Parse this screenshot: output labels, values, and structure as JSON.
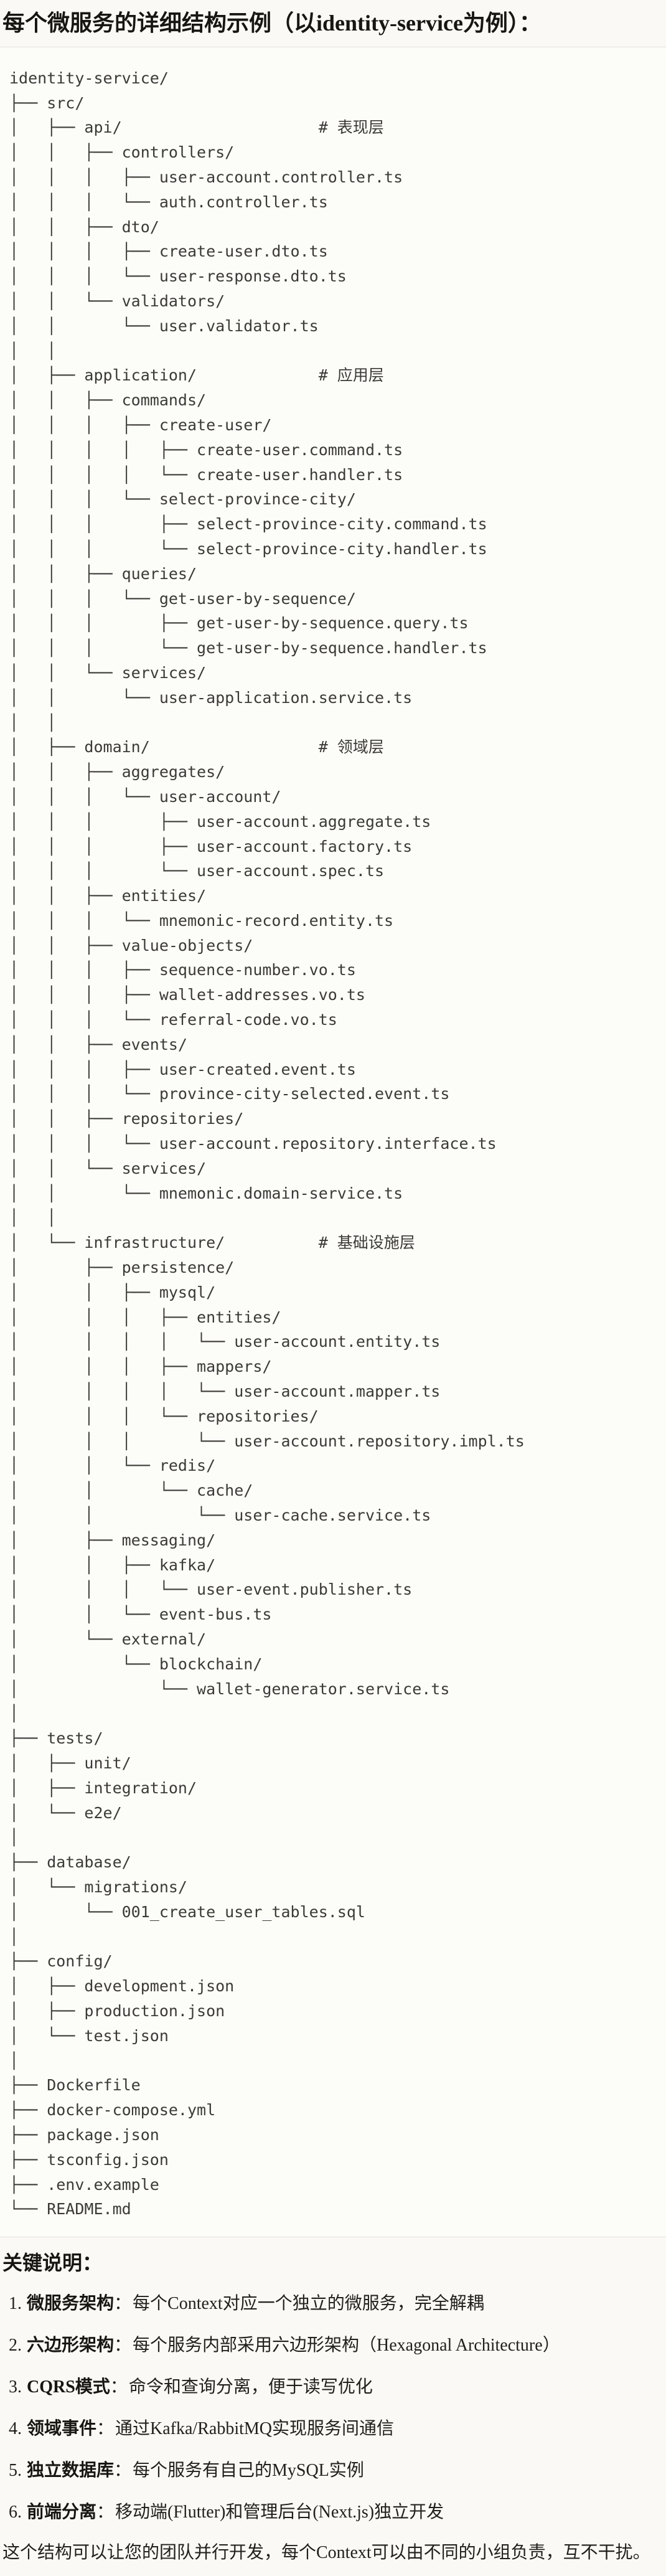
{
  "page": {
    "title": "每个微服务的详细结构示例（以identity-service为例）："
  },
  "tree": {
    "lines": [
      "identity-service/",
      "├── src/",
      "│   ├── api/                     # 表现层",
      "│   │   ├── controllers/",
      "│   │   │   ├── user-account.controller.ts",
      "│   │   │   └── auth.controller.ts",
      "│   │   ├── dto/",
      "│   │   │   ├── create-user.dto.ts",
      "│   │   │   └── user-response.dto.ts",
      "│   │   └── validators/",
      "│   │       └── user.validator.ts",
      "│   │",
      "│   ├── application/             # 应用层",
      "│   │   ├── commands/",
      "│   │   │   ├── create-user/",
      "│   │   │   │   ├── create-user.command.ts",
      "│   │   │   │   └── create-user.handler.ts",
      "│   │   │   └── select-province-city/",
      "│   │   │       ├── select-province-city.command.ts",
      "│   │   │       └── select-province-city.handler.ts",
      "│   │   ├── queries/",
      "│   │   │   └── get-user-by-sequence/",
      "│   │   │       ├── get-user-by-sequence.query.ts",
      "│   │   │       └── get-user-by-sequence.handler.ts",
      "│   │   └── services/",
      "│   │       └── user-application.service.ts",
      "│   │",
      "│   ├── domain/                  # 领域层",
      "│   │   ├── aggregates/",
      "│   │   │   └── user-account/",
      "│   │   │       ├── user-account.aggregate.ts",
      "│   │   │       ├── user-account.factory.ts",
      "│   │   │       └── user-account.spec.ts",
      "│   │   ├── entities/",
      "│   │   │   └── mnemonic-record.entity.ts",
      "│   │   ├── value-objects/",
      "│   │   │   ├── sequence-number.vo.ts",
      "│   │   │   ├── wallet-addresses.vo.ts",
      "│   │   │   └── referral-code.vo.ts",
      "│   │   ├── events/",
      "│   │   │   ├── user-created.event.ts",
      "│   │   │   └── province-city-selected.event.ts",
      "│   │   ├── repositories/",
      "│   │   │   └── user-account.repository.interface.ts",
      "│   │   └── services/",
      "│   │       └── mnemonic.domain-service.ts",
      "│   │",
      "│   └── infrastructure/          # 基础设施层",
      "│       ├── persistence/",
      "│       │   ├── mysql/",
      "│       │   │   ├── entities/",
      "│       │   │   │   └── user-account.entity.ts",
      "│       │   │   ├── mappers/",
      "│       │   │   │   └── user-account.mapper.ts",
      "│       │   │   └── repositories/",
      "│       │   │       └── user-account.repository.impl.ts",
      "│       │   └── redis/",
      "│       │       └── cache/",
      "│       │           └── user-cache.service.ts",
      "│       ├── messaging/",
      "│       │   ├── kafka/",
      "│       │   │   └── user-event.publisher.ts",
      "│       │   └── event-bus.ts",
      "│       └── external/",
      "│           └── blockchain/",
      "│               └── wallet-generator.service.ts",
      "│",
      "├── tests/",
      "│   ├── unit/",
      "│   ├── integration/",
      "│   └── e2e/",
      "│",
      "├── database/",
      "│   └── migrations/",
      "│       └── 001_create_user_tables.sql",
      "│",
      "├── config/",
      "│   ├── development.json",
      "│   ├── production.json",
      "│   └── test.json",
      "│",
      "├── Dockerfile",
      "├── docker-compose.yml",
      "├── package.json",
      "├── tsconfig.json",
      "├── .env.example",
      "└── README.md"
    ]
  },
  "notes": {
    "title": "关键说明：",
    "items": [
      {
        "num": "1.",
        "term": "微服务架构",
        "sep": "：",
        "desc": "每个Context对应一个独立的微服务，完全解耦"
      },
      {
        "num": "2.",
        "term": "六边形架构",
        "sep": "：",
        "desc": "每个服务内部采用六边形架构（Hexagonal Architecture）"
      },
      {
        "num": "3.",
        "term": "CQRS模式",
        "sep": "：",
        "desc": "命令和查询分离，便于读写优化"
      },
      {
        "num": "4.",
        "term": "领域事件",
        "sep": "：",
        "desc": "通过Kafka/RabbitMQ实现服务间通信"
      },
      {
        "num": "5.",
        "term": "独立数据库",
        "sep": "：",
        "desc": "每个服务有自己的MySQL实例"
      },
      {
        "num": "6.",
        "term": "前端分离",
        "sep": "：",
        "desc": "移动端(Flutter)和管理后台(Next.js)独立开发"
      }
    ],
    "footer": "这个结构可以让您的团队并行开发，每个Context可以由不同的小组负责，互不干扰。"
  },
  "colors": {
    "page_background": "#FAF9F5",
    "code_background": "#FCFCF9",
    "code_border": "#E5E3DC",
    "code_text": "#3B3A36",
    "body_text": "#21201C"
  }
}
